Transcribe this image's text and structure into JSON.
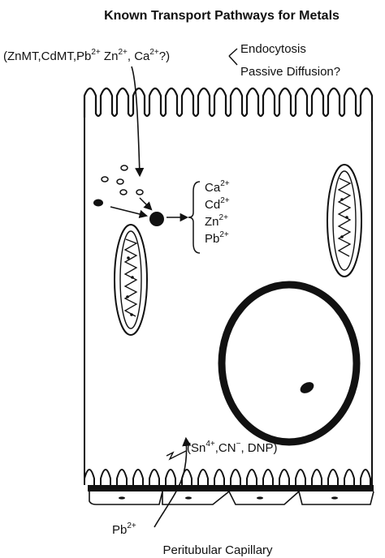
{
  "title": "Known Transport Pathways for Metals",
  "apical_entry": {
    "substances": "(ZnMT,CdMT,Pb",
    "substances_sup1": "2+",
    "substances_mid1": " Zn",
    "substances_sup2": "2+",
    "substances_mid2": ", Ca",
    "substances_sup3": "2+",
    "substances_end": "?)",
    "pathway_1": "Endocytosis",
    "pathway_2": "Passive Diffusion?"
  },
  "released_metals": [
    {
      "base": "Ca",
      "charge": "2+"
    },
    {
      "base": "Cd",
      "charge": "2+"
    },
    {
      "base": "Zn",
      "charge": "2+"
    },
    {
      "base": "Pb",
      "charge": "2+"
    }
  ],
  "basolateral_inhibitors": {
    "open": "(Sn",
    "sup1": "4+",
    "mid": ",CN",
    "sup2": "−",
    "end": ", DNP)"
  },
  "basolateral_entry": {
    "base": "Pb",
    "charge": "2+"
  },
  "capillary_label": "Peritubular Capillary",
  "colors": {
    "ink": "#111111",
    "background": "#ffffff"
  },
  "icons": [
    "vesicle",
    "lysosome",
    "mitochondrion",
    "nucleus",
    "nucleolus",
    "brush-border-microvilli",
    "basal-infoldings",
    "capillary-endothelium"
  ]
}
